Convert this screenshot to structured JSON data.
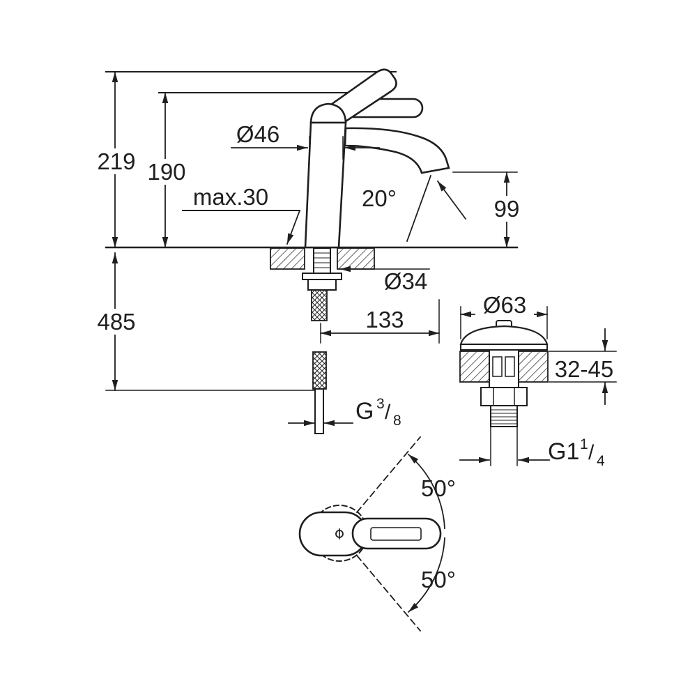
{
  "page": {
    "background": "#ffffff",
    "line_color": "#1f1f1f"
  },
  "drawing": {
    "kind": "basin-mixer-tap-dimensional-drawing",
    "labels": {
      "total_height": "219",
      "handle_height": "190",
      "body_diameter": "Ø46",
      "max_mount_thickness": "max.30",
      "spout_angle": "20°",
      "spout_height": "99",
      "hole_diameter": "Ø34",
      "hose_length": "485",
      "spout_reach": "133",
      "waste_flange_diameter": "Ø63",
      "waste_mount_range": "32-45",
      "swivel_up": "50°",
      "swivel_down": "50°"
    },
    "threads": {
      "slash": "/",
      "supply_g": "G",
      "supply_num": "3",
      "supply_den": "8",
      "drain_g": "G1",
      "drain_num": "1",
      "drain_den": "4"
    }
  }
}
